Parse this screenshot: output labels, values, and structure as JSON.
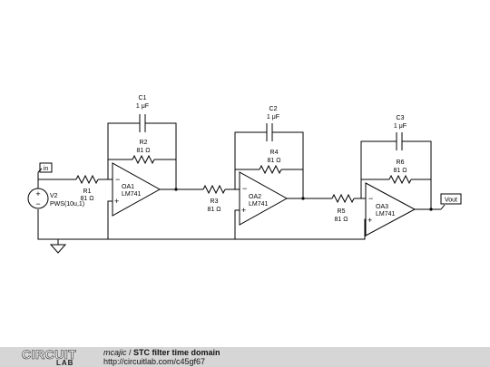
{
  "components": {
    "source": {
      "name": "V2",
      "value": "PWS(10u,1)"
    },
    "r1": {
      "name": "R1",
      "value": "81 Ω"
    },
    "r2": {
      "name": "R2",
      "value": "81 Ω"
    },
    "r3": {
      "name": "R3",
      "value": "81 Ω"
    },
    "r4": {
      "name": "R4",
      "value": "81 Ω"
    },
    "r5": {
      "name": "R5",
      "value": "81 Ω"
    },
    "r6": {
      "name": "R6",
      "value": "81 Ω"
    },
    "c1": {
      "name": "C1",
      "value": "1 μF"
    },
    "c2": {
      "name": "C2",
      "value": "1 μF"
    },
    "c3": {
      "name": "C3",
      "value": "1 μF"
    },
    "oa1": {
      "name": "OA1",
      "model": "LM741"
    },
    "oa2": {
      "name": "OA2",
      "model": "LM741"
    },
    "oa3": {
      "name": "OA3",
      "model": "LM741"
    }
  },
  "flags": {
    "input": "in",
    "output": "Vout"
  },
  "opamp_pins": {
    "minus": "−",
    "plus": "+"
  },
  "footer": {
    "logo_top": "CIRCUIT",
    "logo_bottom": "LAB",
    "author": "mcajic",
    "separator": " / ",
    "title": "STC filter time domain",
    "url": "http://circuitlab.com/c45gf67"
  }
}
